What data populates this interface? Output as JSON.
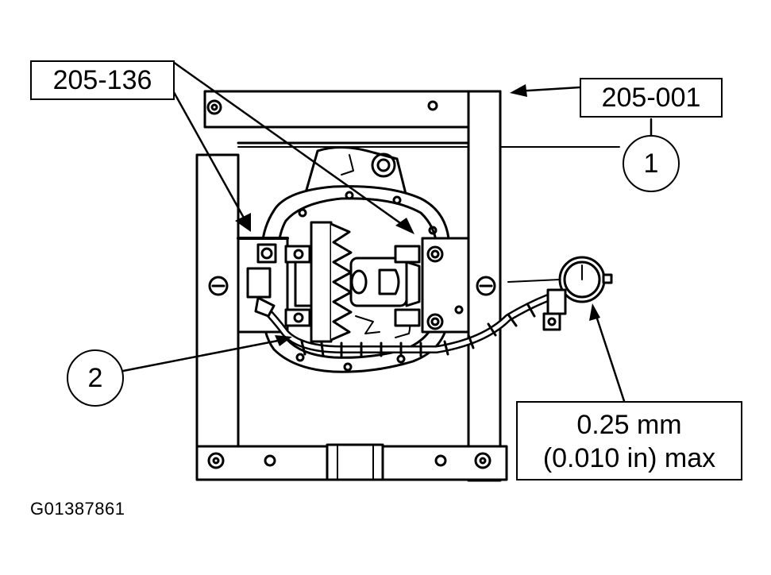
{
  "callouts": {
    "tool_a": "205-136",
    "tool_b": "205-001",
    "item_1": "1",
    "item_2": "2"
  },
  "spec": {
    "line1": "0.25 mm",
    "line2": "(0.010 in) max"
  },
  "figure_id": "G01387861"
}
